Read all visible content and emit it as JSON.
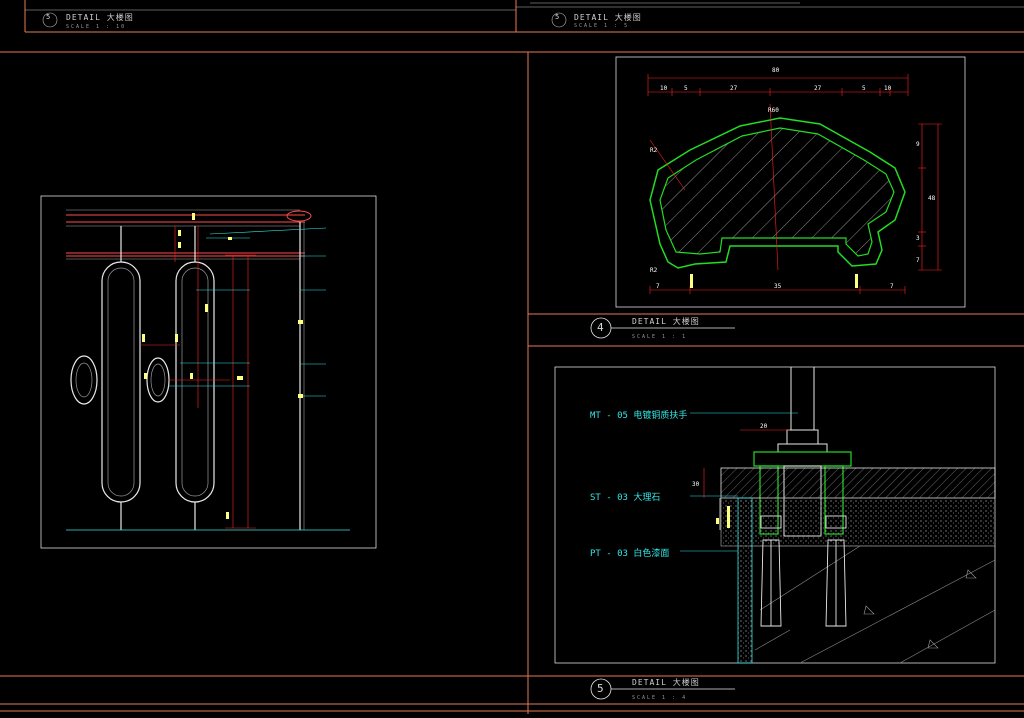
{
  "top_strip": {
    "left": {
      "number": "5",
      "title": "DETAIL 大楼图",
      "scale": "SCALE 1 : 10"
    },
    "right": {
      "number": "5",
      "title": "DETAIL 大楼图",
      "scale": "SCALE 1 : 5"
    }
  },
  "detail4": {
    "number": "4",
    "title": "DETAIL 大楼图",
    "scale": "SCALE 1 : 1"
  },
  "detail5": {
    "number": "5",
    "title": "DETAIL 大楼图",
    "scale": "SCALE 1 : 4",
    "labels": {
      "mt": "MT - 05 电镀铜质扶手",
      "st": "ST - 03 大理石",
      "pt": "PT - 03 白色漆面"
    }
  },
  "colors": {
    "frame": "#e8785a",
    "cyan": "#33e6e6",
    "green": "#22dd22",
    "red": "#ff2020",
    "yellow": "#ffff80",
    "white": "#f0f0f0"
  }
}
